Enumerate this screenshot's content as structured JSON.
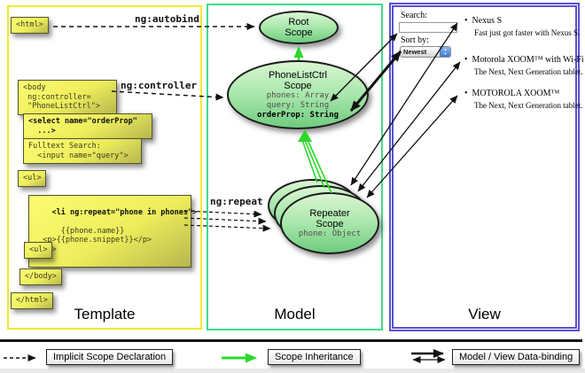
{
  "columns": {
    "template": {
      "label": "Template"
    },
    "model": {
      "label": "Model"
    },
    "view": {
      "label": "View"
    }
  },
  "annotations": {
    "autobind": "ng:autobind",
    "controller": "ng:controller",
    "repeat": "ng:repeat"
  },
  "code_boxes": {
    "html_open": {
      "text": "<html>"
    },
    "body_open": {
      "text": "<body\n ng:controller=\n \"PhoneListCtrl\">"
    },
    "select_order": {
      "text": "<select name=\"orderProp\"\n  ...>"
    },
    "fulltext": {
      "text": "Fulltext Search:\n  <input name=\"query\">"
    },
    "ul_open": {
      "text": "<ul>"
    },
    "li_repeat": {
      "first": "<li ng:repeat=\"phone in phones\">",
      "rest": "  {{phone.name}}\n  <p>{{phone.snippet}}</p>\n</li>"
    },
    "ul_close": {
      "text": "<ul>"
    },
    "body_close": {
      "text": "</body>"
    },
    "html_close": {
      "text": "</html>"
    }
  },
  "scopes": {
    "root": {
      "title": "Root\nScope"
    },
    "phonelist": {
      "title": "PhoneListCtrl\nScope",
      "prop1": "phones: Array",
      "prop2": "query: String",
      "prop3": "orderProp: String"
    },
    "repeater": {
      "title": "Repeater\nScope",
      "prop": "phone: Object"
    }
  },
  "view": {
    "search_label": "Search:",
    "sort_label": "Sort by:",
    "sort_value": "Newest",
    "stepper_up": "▲",
    "stepper_down": "▼",
    "bullet": "•",
    "items": [
      {
        "title": "Nexus S",
        "desc": "Fast just got faster with Nexus S."
      },
      {
        "title": "Motorola XOOM™  with Wi-Fi",
        "desc": "The Next, Next Generation tablet."
      },
      {
        "title": "MOTOROLA XOOM™",
        "desc": "The Next, Next Generation tablet."
      }
    ]
  },
  "legend": {
    "implicit": "Implicit Scope Declaration",
    "inheritance": "Scope Inheritance",
    "databinding": "Model / View Data-binding"
  },
  "colors": {
    "template_border": "#f2ea2e",
    "model_border": "#3fdc8a",
    "view_border": "#5a50d2",
    "box_yellow": "#eded5c",
    "scope_green": "#6fcb7e",
    "arrow_green": "#2bd82b"
  }
}
